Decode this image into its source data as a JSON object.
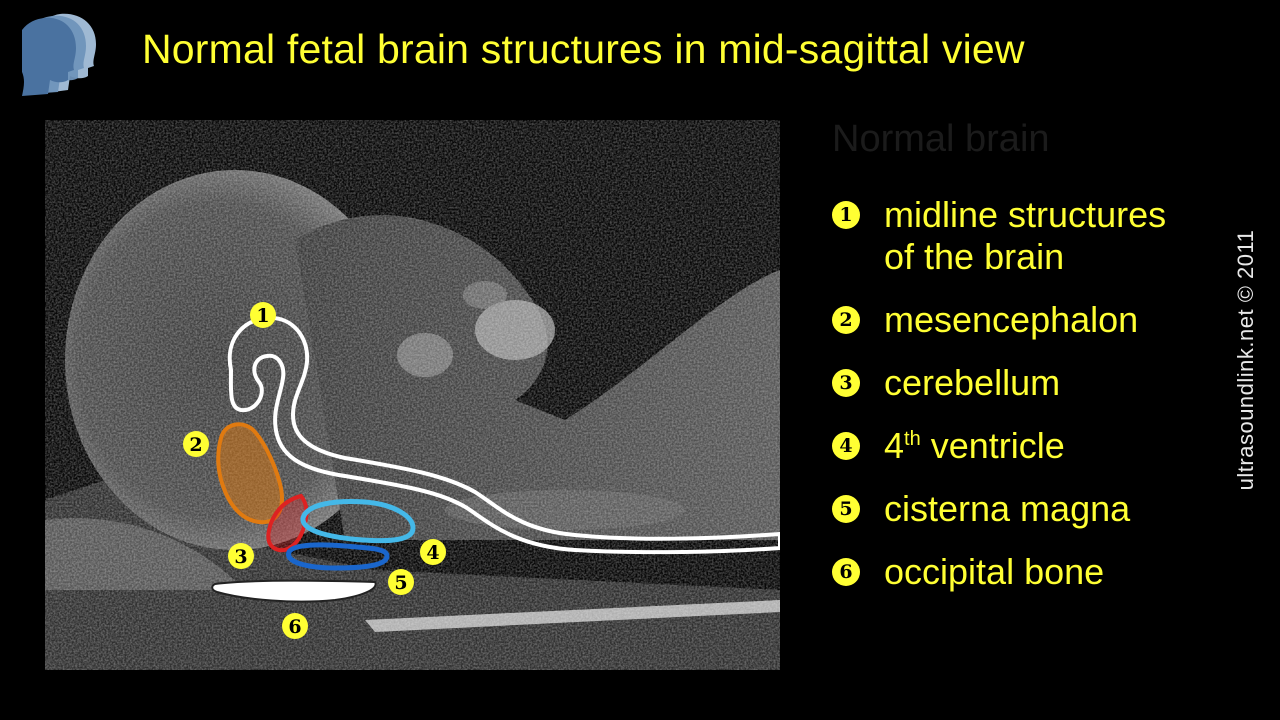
{
  "title": "Normal fetal brain structures in mid-sagittal view",
  "ghost_heading": "Normal brain",
  "legend": [
    {
      "number": "1",
      "line1": "midline structures",
      "line2": "of the brain"
    },
    {
      "number": "2",
      "line1": "mesencephalon"
    },
    {
      "number": "3",
      "line1": "cerebellum"
    },
    {
      "number": "4",
      "line1_prefix": "4",
      "line1_sup": "th",
      "line1_suffix": " ventricle"
    },
    {
      "number": "5",
      "line1": "cisterna magna"
    },
    {
      "number": "6",
      "line1": "occipital bone"
    }
  ],
  "image_markers": [
    "1",
    "2",
    "3",
    "4",
    "5",
    "6"
  ],
  "copyright": "ultrasoundlink.net © 2011",
  "colors": {
    "title": "#ffff33",
    "marker_fill": "#ffff33",
    "midline_outline": "#ffffff",
    "mesencephalon": "#e07a10",
    "cerebellum": "#dd2222",
    "fourth_ventricle": "#44b8e8",
    "cisterna_magna": "#1a66cc",
    "occipital_bone": "#ffffff"
  }
}
